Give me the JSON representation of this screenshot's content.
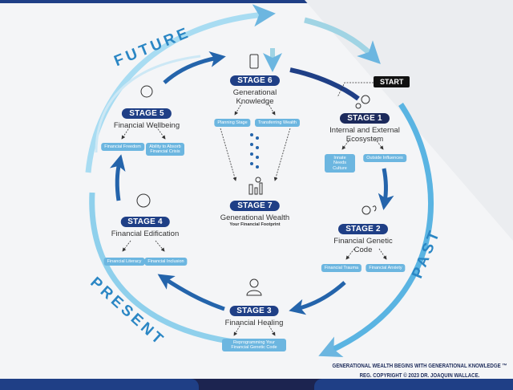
{
  "start_label": "START",
  "eras": {
    "future": "FUTURE",
    "present": "PRESENT",
    "past": "PAST"
  },
  "stages": [
    {
      "badge": "STAGE 1",
      "title": "Internal and External Ecosystem",
      "tags": [
        "Innate Needs Culture",
        "Outside Influences"
      ]
    },
    {
      "badge": "STAGE 2",
      "title": "Financial Genetic Code",
      "tags": [
        "Financial Trauma",
        "Financial Anxiety"
      ]
    },
    {
      "badge": "STAGE 3",
      "title": "Financial Healing",
      "tags": [
        "Reprogramming Your Financial Genetic Code"
      ]
    },
    {
      "badge": "STAGE 4",
      "title": "Financial Edification",
      "tags": [
        "Financial Literacy",
        "Financial Inclusion"
      ]
    },
    {
      "badge": "STAGE 5",
      "title": "Financial Wellbeing",
      "tags": [
        "Financial Freedom",
        "Ability to Absorb Financial Crisis"
      ]
    },
    {
      "badge": "STAGE 6",
      "title": "Generational Knowledge",
      "tags": [
        "Planning Stage",
        "Transferring Wealth"
      ]
    },
    {
      "badge": "STAGE 7",
      "title": "Generational Wealth",
      "subtitle": "Your Financial Footprint"
    }
  ],
  "footer": {
    "line1": "GENERATIONAL WEALTH BEGINS WITH GENERATIONAL KNOWLEDGE ™",
    "line2": "REG. COPYRIGHT © 2023 DR. JOAQUIN WALLACE."
  },
  "colors": {
    "navy": "#1f3f86",
    "light_blue": "#6cb6e0",
    "arc_blue": "#8fd0ec"
  }
}
